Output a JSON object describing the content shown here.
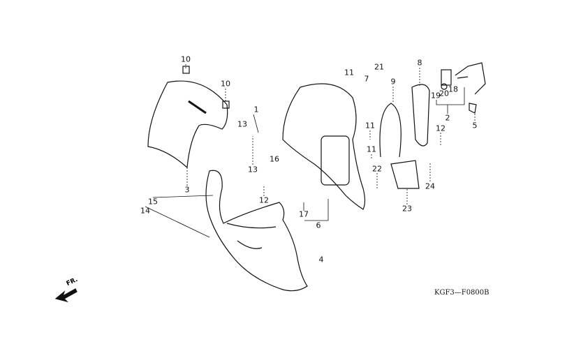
{
  "diagram_code": "KGF3—F0800B",
  "direction_label": "FR.",
  "callouts": [
    "10",
    "10",
    "3",
    "15",
    "14",
    "1",
    "13",
    "13",
    "16",
    "12",
    "11",
    "21",
    "7",
    "9",
    "11",
    "11",
    "17",
    "6",
    "22",
    "4",
    "8",
    "19",
    "20",
    "18",
    "2",
    "5",
    "12",
    "24",
    "23"
  ],
  "colors": {
    "line": "#111111",
    "background": "#ffffff"
  }
}
